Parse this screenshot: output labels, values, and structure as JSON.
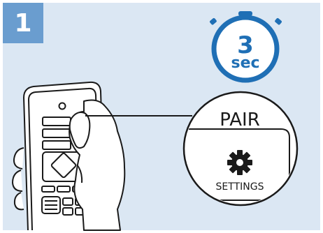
{
  "step": {
    "number": "1"
  },
  "timer": {
    "value": "3",
    "unit": "sec",
    "color": "#1f6fb5"
  },
  "callout": {
    "pair_label": "PAIR",
    "settings_label": "SETTINGS"
  },
  "icons": [
    "timer-icon",
    "gear-icon",
    "remote-control",
    "hand"
  ],
  "colors": {
    "panel_bg": "#dbe7f3",
    "badge_bg": "#6a9dcf",
    "stroke": "#1a1a1a"
  }
}
